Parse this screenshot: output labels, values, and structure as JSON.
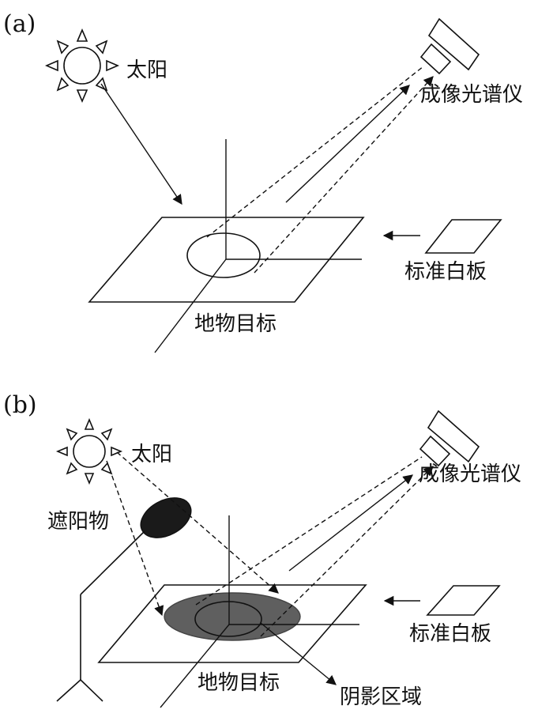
{
  "panel_a": {
    "label": "(a)",
    "sun": "太阳",
    "spectrometer": "成像光谱仪",
    "whiteboard": "标准白板",
    "target": "地物目标"
  },
  "panel_b": {
    "label": "(b)",
    "sun": "太阳",
    "spectrometer": "成像光谱仪",
    "occluder": "遮阳物",
    "whiteboard": "标准白板",
    "target": "地物目标",
    "shadow": "阴影区域"
  },
  "colors": {
    "line": "#111111",
    "shadow_fill": "#5f5f5f",
    "occluder_fill": "#1a1a1a",
    "background": "#ffffff"
  }
}
